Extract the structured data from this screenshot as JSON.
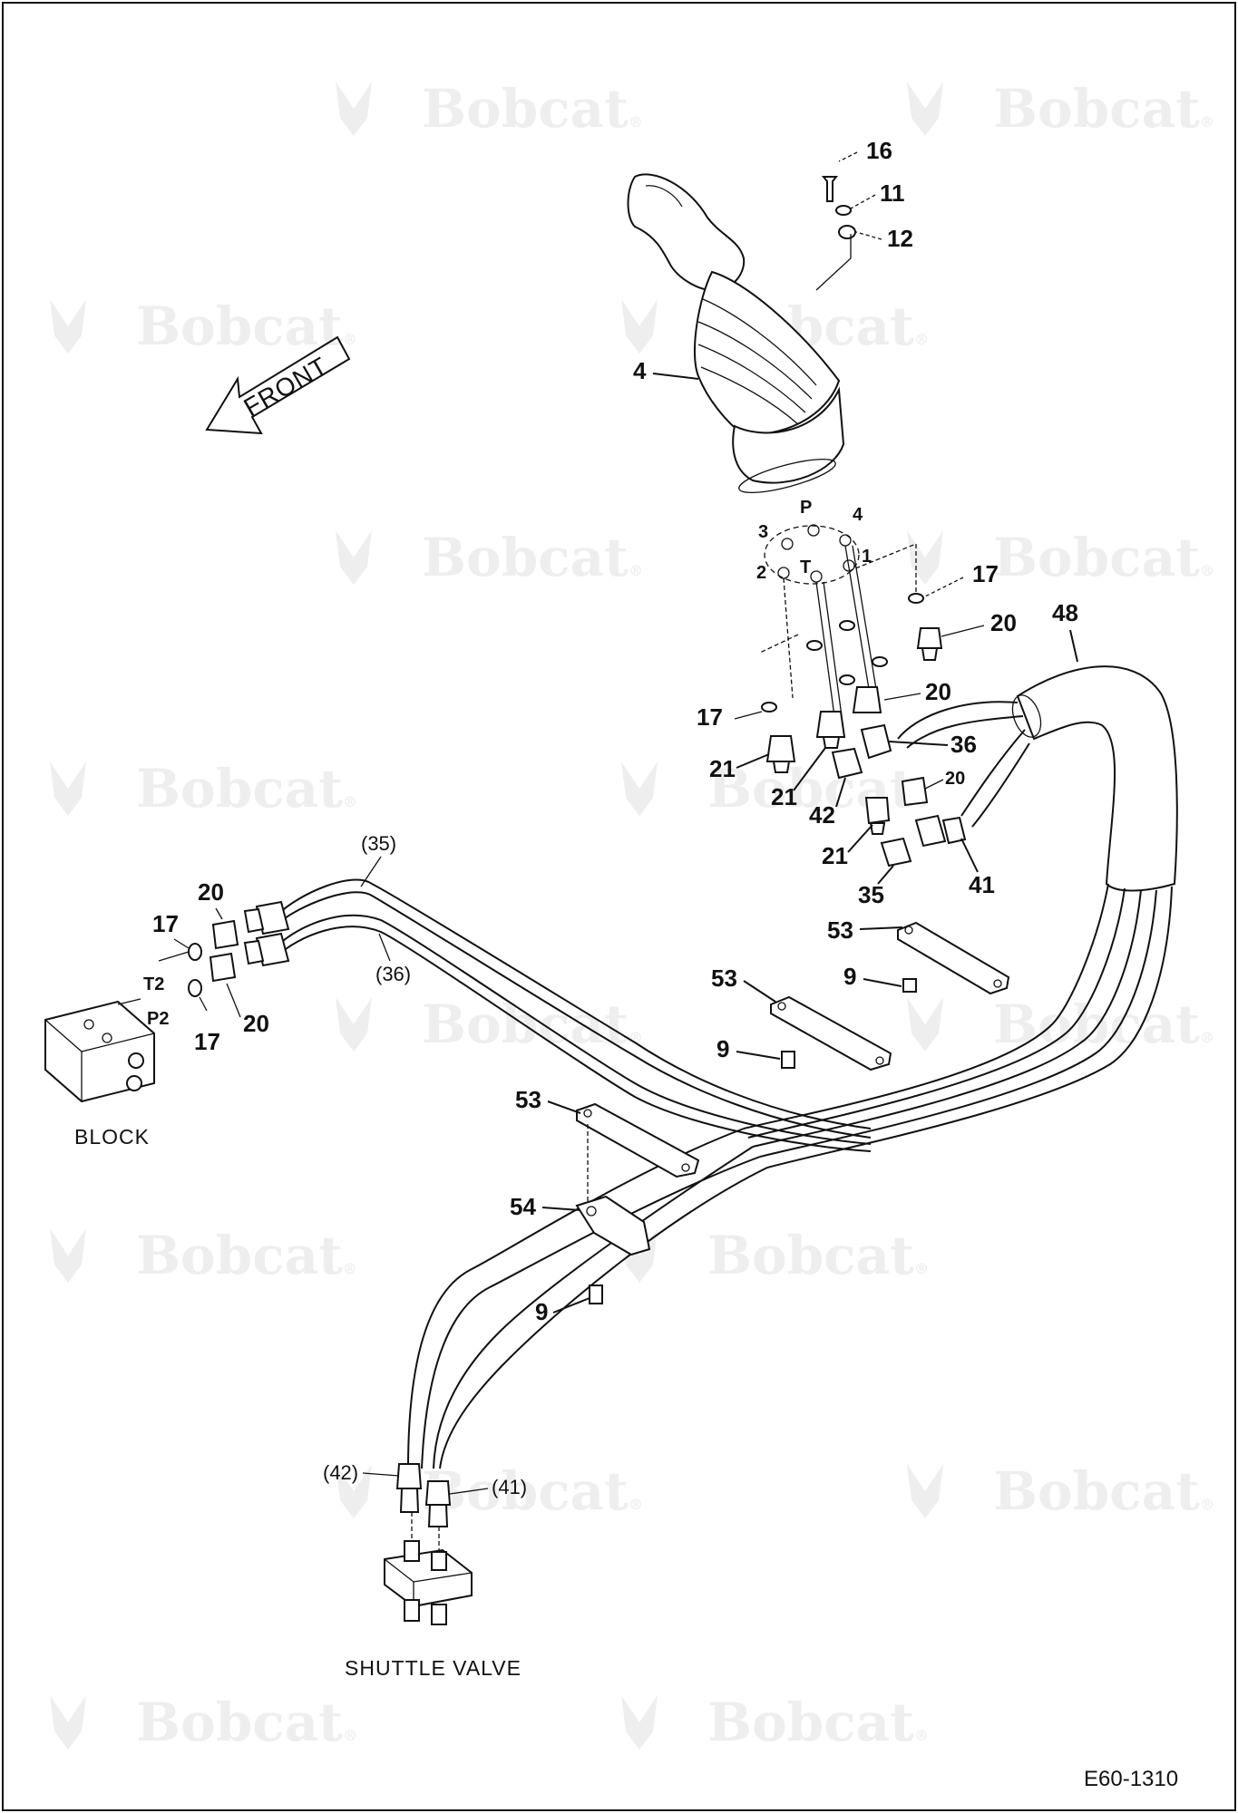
{
  "watermark": {
    "brand": "Bobcat",
    "mark": "®"
  },
  "arrow_label": "FRONT",
  "labels": {
    "block": "BLOCK",
    "shuttle_valve": "SHUTTLE VALVE",
    "drawing_number": "E60-1310"
  },
  "port_labels": {
    "p": "P",
    "t": "T",
    "n1": "1",
    "n2": "2",
    "n3": "3",
    "n4": "4",
    "t2": "T2",
    "p2": "P2"
  },
  "callouts": {
    "c16": "16",
    "c11": "11",
    "c12": "12",
    "c4": "4",
    "c17_top": "17",
    "c20_top": "20",
    "c48": "48",
    "c17_mid": "17",
    "c20_mid": "20",
    "c36": "36",
    "c21_a": "21",
    "c21_b": "21",
    "c42": "42",
    "c20_small": "20",
    "c21_c": "21",
    "c35": "35",
    "c41": "41",
    "c20_block_top": "20",
    "c17_block_top": "17",
    "c20_block_bot": "20",
    "c17_block_bot": "17",
    "c53_a": "53",
    "c9_a": "9",
    "c53_b": "53",
    "c9_b": "9",
    "c53_c": "53",
    "c54": "54",
    "c9_c": "9"
  },
  "paren_callouts": {
    "p35": "(35)",
    "p36": "(36)",
    "p42": "(42)",
    "p41": "(41)"
  }
}
